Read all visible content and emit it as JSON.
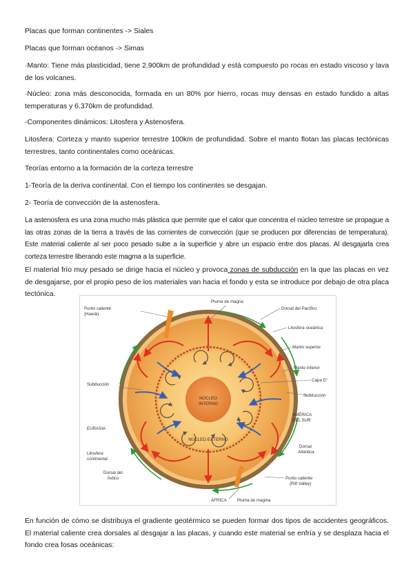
{
  "text": {
    "l1": "Placas que forman continentes -> Siales",
    "l2": "Placas que forman océanos -> Simas",
    "p_manto": "·Manto: Tiene más plasticidad, tiene 2.900km de profundidad y está compuesto po rocas en estado viscoso y lava de los volcanes.",
    "p_nucleo": "·Núcleo: zona más desconocida, formada en un 80% por hierro, rocas muy densas en estado fundido a altas temperaturas y 6.370km de profundidad.",
    "l_componentes": "-Componentes dinámicos: Litosfera y Astenosfera.",
    "p_litosfera": "Litosfera: Corteza y manto superior terrestre 100km de profundidad. Sobre el manto flotan las placas tectónicas terrestres, tanto continentales como oceánicas.",
    "l_teorias": "Teorías entorno a la formación de la corteza terrestre",
    "l_teoria1": "1-Teoría de la deriva continental. Con el tiempo los continentes se desgajan.",
    "l_teoria2": "2- Teoría de convección de la astenosfera.",
    "p_astenosfera": "La astenosfera es una zona mucho más plástica que permite que el calor que concentra el núcleo terrestre se propague a las otras zonas de la tierra a través de las corrientes de convección (que se producen por diferencias de temperatura). Este material caliente al ser poco pesado sube a la superficie y abre un espacio entre dos placas. Al desgajarla crea corteza terrestre liberando este magma a la superficie.",
    "p_frio_a": "El material frío muy pesado se dirige hacia el núcleo y provoca",
    "p_frio_link": " zonas de subducción",
    "p_frio_b": " en la que las placas en vez de desgajarse, por el propio peso de los materiales van hacia el fondo y esta se introduce por debajo de otra placa tectónica.",
    "p_final": "En función de cómo se distribuya el gradiente geotérmico se pueden formar dos tipos de accidentes geográficos. El material caliente crea dorsales al desgajar a las placas, y cuando este material se enfría y se desplaza hacia el fondo crea fosas oceánicas:"
  },
  "figure": {
    "pluma_top": "Pluma de magna",
    "punto_caliente": "Punto caliente",
    "hawai": "(Hawái)",
    "dorsal_pacifico": "Dorsal del Pacífico",
    "litosfera_oceanica": "Litosfera oceánica",
    "manto_superior": "Manto superior",
    "manto_inferior": "Manto inferior",
    "capa_d": "Capa D\"",
    "subduccion_left": "Subducción",
    "subduccion_right": "Subducción",
    "nucleo_interno_1": "NÚCLEO",
    "nucleo_interno_2": "INTERNO",
    "nucleo_externo": "NÚCLEO EXTERNO",
    "america_1": "AMÉRICA",
    "america_2": "DEL SUR",
    "eurasia": "EURASIA",
    "litosfera_cont_1": "Litosfera",
    "litosfera_cont_2": "continental",
    "dorsal_atl_1": "Dorsal",
    "dorsal_atl_2": "Atlántica",
    "dorsal_ind_1": "Dorsal del",
    "dorsal_ind_2": "Índico",
    "punto_caliente_2": "Punto caliente",
    "rift_valley": "(Rift Valley)",
    "africa": "ÁFRICA",
    "pluma_bottom": "Pluma de magma"
  }
}
